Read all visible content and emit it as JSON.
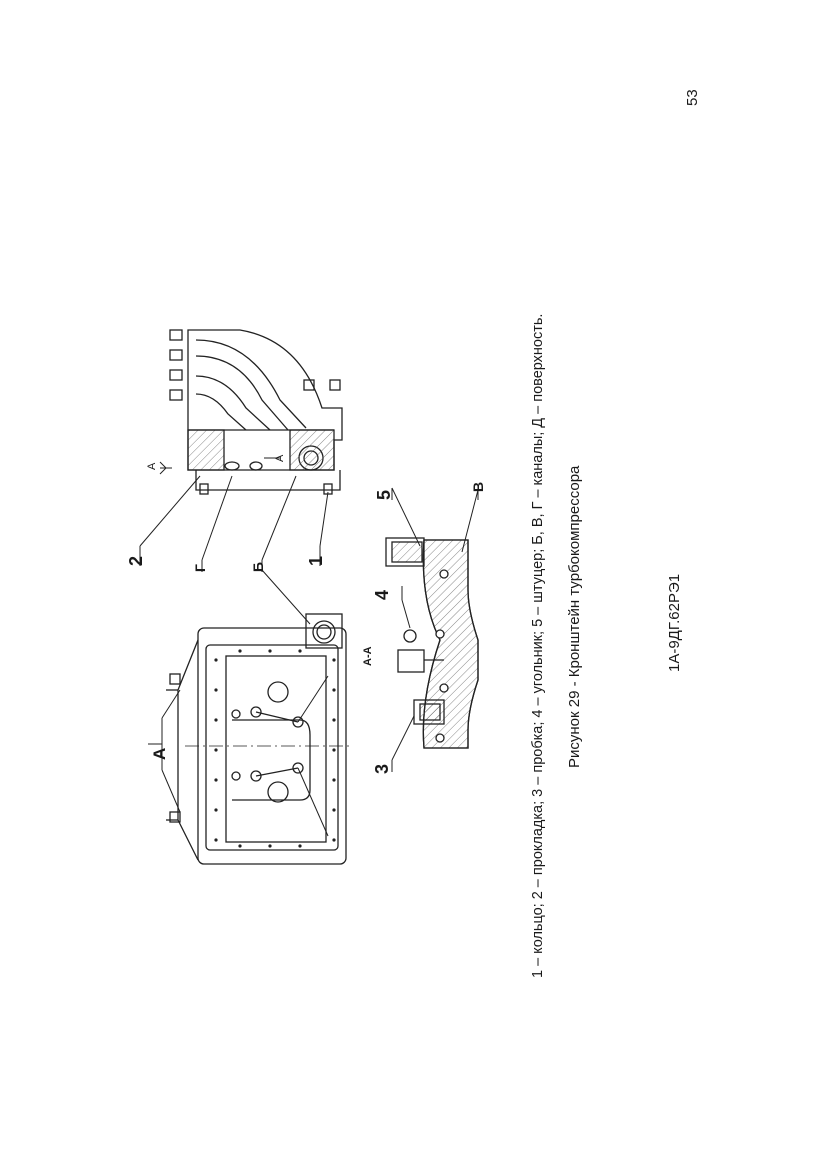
{
  "page": {
    "number": "53",
    "document_code": "1А-9ДГ.62РЭ1",
    "figure_caption": "Рисунок 29 - Кронштейн турбокомпрессора",
    "legend": "1 – кольцо; 2 – прокладка; 3 – пробка; 4 – угольник; 5 – штуцер; Б, В, Г – каналы; Д – поверхность."
  },
  "drawing": {
    "labels": {
      "a_view": "А",
      "section_aa": "А-А",
      "section_marker": "А",
      "section_marker2": "А",
      "n1": "1",
      "n2": "2",
      "n3": "3",
      "n4": "4",
      "n5": "5",
      "b": "Б",
      "v": "В",
      "g": "Г"
    }
  }
}
